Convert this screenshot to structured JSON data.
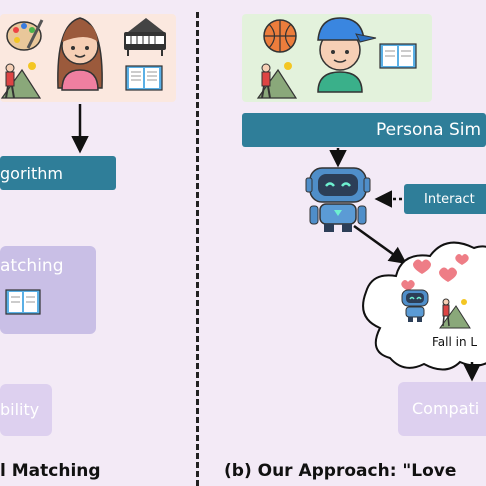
{
  "left": {
    "algorithm_label": "gorithm",
    "matching_label": "atching",
    "compatibility_label": "bility",
    "caption": "l Matching"
  },
  "right": {
    "persona_label": "Persona Sim",
    "interaction_label": "Interact",
    "fall_in_love_label": "Fall in L",
    "compatibility_label": "Compati",
    "caption": "(b) Our Approach: \"Love"
  },
  "colors": {
    "teal": "#2f7e99",
    "lavender": "#c9bfe6",
    "light_lavender": "#ddd0ef",
    "peach": "#fbe8df",
    "green": "#e3f2dc",
    "background": "#f3eaf6"
  },
  "icons": [
    "palette-icon",
    "girl-avatar-icon",
    "piano-icon",
    "hiker-icon",
    "book-icon",
    "basketball-icon",
    "boy-avatar-icon",
    "robot-icon",
    "heart-icon"
  ]
}
